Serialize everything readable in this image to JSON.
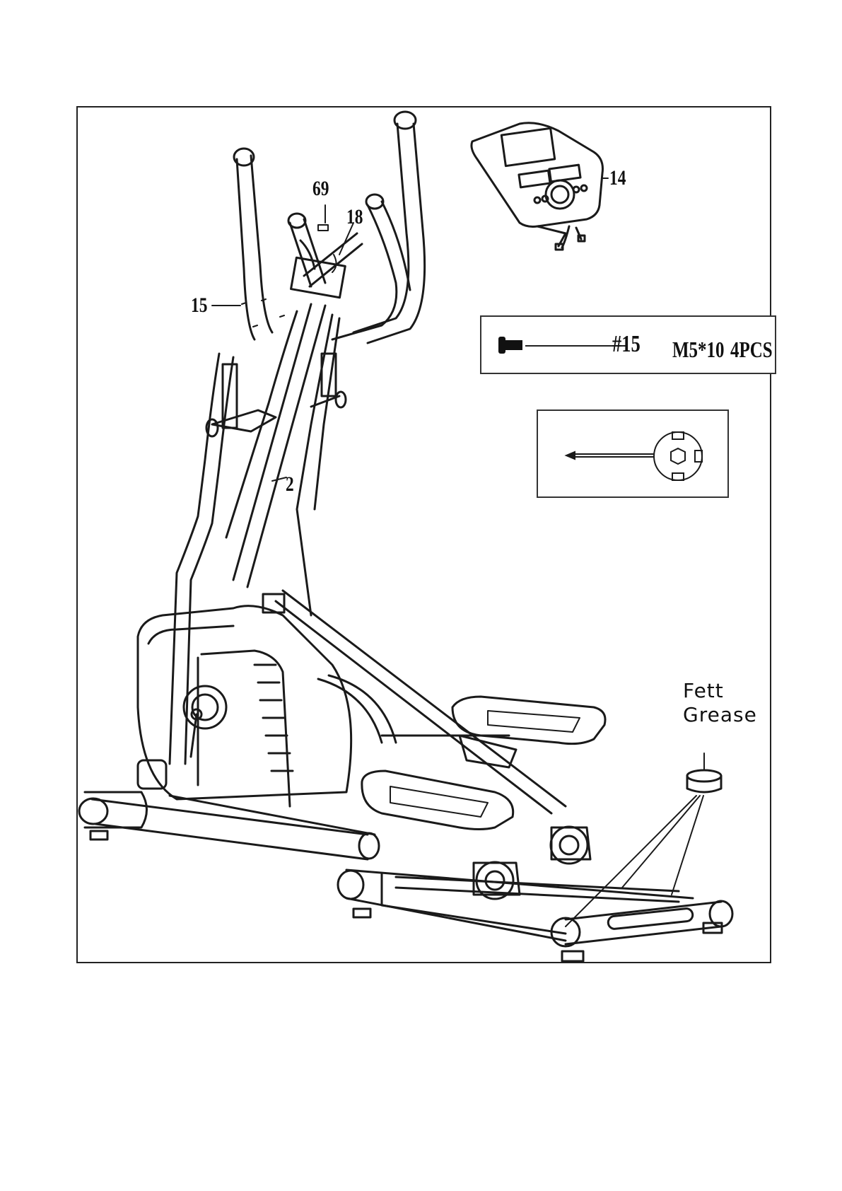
{
  "callouts": {
    "part_69": "69",
    "part_18": "18",
    "part_14": "14",
    "part_15": "15",
    "part_2": "2"
  },
  "screw_box": {
    "part_ref": "#15",
    "size": "M5*10",
    "qty": "4PCS"
  },
  "grease": {
    "line1": "Fett",
    "line2": "Grease"
  }
}
